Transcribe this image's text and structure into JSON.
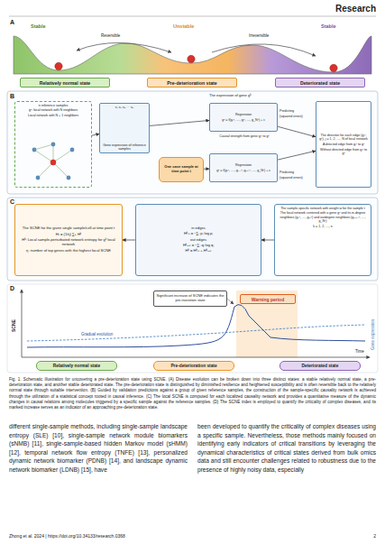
{
  "diagram": {
    "caption": "Fig. 1. Schematic illustration for uncovering a pre-deterioration state using SCNE. (A) Disease evolution can be broken down into three distinct states: a stable relatively normal state, a pre-deterioration state, and another stable deteriorated state. The pre-deterioration state is distinguished by diminished resilience and heightened susceptibility and is often reversible back to the relatively normal state through suitable intervention. (B) Guided by validation predictions against a group of given reference samples, the construction of the sample-specific causality network is achieved through the utilization of a statistical concept rooted in causal inference. (C) The local SCNE is computed for each localized causality network and provides a quantitative measure of the dynamic changes in causal relations among molecules triggered by a specific sample against the reference samples. (D) The SCNE index is employed to quantify the criticality of complex diseases, and its marked increase serves as an indicator of an approaching pre-deterioration state.",
    "nodes": [
      {
        "text": [
          "Relatively normal state"
        ]
      },
      {
        "text": [
          "Pre-deterioration state"
        ]
      },
      {
        "text": [
          "Deteriorated state"
        ]
      },
      {
        "text": [
          "n reference samples",
          "gᵏ: local network with N neighbors",
          "Local network with N + 1 neighbors"
        ]
      },
      {
        "text": [
          "s₁ s₂ s₃ ⋯ sₙ",
          "Gene expression of reference samples"
        ]
      },
      {
        "text": [
          "One case sample at time point t"
        ]
      },
      {
        "text": [
          "Regression",
          "gᵏ = f(g₁ᵏ, …, gⱼᵏ, …, g_Nᵏ) + ε"
        ]
      },
      {
        "text": [
          "Regression",
          "gᵏ = f(g₁ᵏ, …, gⱼ₋₁ᵏ, gⱼ₊₁ᵏ, …, g_Nᵏ) + ε"
        ]
      },
      {
        "text": [
          "The direction for each edge (gⱼᵏ, gᵏ), j = 1, 2, …, N of local network",
          "A directed edge from gⱼᵏ to gᵏ",
          "Without directed edge from gⱼᵏ to gᵏ"
        ]
      },
      {
        "text": [
          "The SCNE for the given single sample/cell at time point t",
          "Hₜ = (1/η) ∑ₖ Hᵏ",
          "Hᵏ: Local sample-perturbated network entropy for gᵏ local network",
          "η: number of top genes with the highest local SCNE"
        ]
      },
      {
        "text": [
          "in edges",
          "Hᵏᵢₙ = −∑ⱼ pⱼ log pⱼ",
          "out edges",
          "Hᵏₒᵤₜ = −∑ⱼ qⱼ log qⱼ",
          "Hᵏ = Hᵏᵢₙ + Hᵏₒᵤₜ"
        ]
      },
      {
        "text": [
          "The sample-specific network with weight w for the sample t",
          "The local network centered with a gene gᵏ and its in-degree neighbors (g₁ᵏ, …, gₘᵏ) and outdegree neighbors (gₘ₊₁ᵏ, …, g_Nᵏ)",
          "k = 1, 2, …, n"
        ]
      },
      {
        "text": [
          "Significant increase of SCNE indicates the pre-transition state"
        ]
      },
      {
        "text": [
          "Warning period"
        ]
      },
      {
        "text": [
          "Relatively normal state"
        ]
      },
      {
        "text": [
          "Pre-deterioration state"
        ]
      },
      {
        "text": [
          "Deteriorated state"
        ]
      }
    ],
    "edges": [
      {
        "from": 3,
        "to": 4,
        "arrow": "to"
      },
      {
        "from": 4,
        "to": 6,
        "arrow": "to"
      },
      {
        "from": 5,
        "to": 7,
        "arrow": "to"
      },
      {
        "from": 6,
        "to": 8,
        "arrow": "to"
      },
      {
        "from": 7,
        "to": 8,
        "arrow": "to"
      },
      {
        "from": 11,
        "to": 10,
        "arrow": "to"
      },
      {
        "from": 10,
        "to": 9,
        "arrow": "to"
      }
    ],
    "labels": [
      "Research",
      "A",
      "Stable",
      "Reversible",
      "Unstable",
      "Irreversible",
      "Stable",
      "B",
      "The expression of gene gᵏ",
      "Causal strength from gene gⱼᵏ to gᵏ",
      "Predicting",
      "(squared errors)",
      "Predicting",
      "(squared errors)",
      "C",
      "D",
      "SCNE",
      "Gene expression",
      "Gradual evolution",
      "Time",
      "different single-sample methods, including single-sample landscape entropy (SLE) [10], single-sample network module biomarkers (sNMB) [11], single-sample-based hidden Markov model (sHMM) [12], temporal network flow entropy (TNFE) [13], personalized dynamic network biomarker (PDNB) [14], and landscape dynamic network biomarker (LDNB) [15], have",
      "been developed to quantify the criticality of complex diseases using a specific sample. Nevertheless, those methods mainly focused on identifying early indicators of critical transitions by leveraging the dynamical characteristics of critical states derived from bulk omics data and still encounter challenges related to robustness due to the presence of highly noisy data, especially",
      "Zhong et al. 2024 | https://doi.org/10.34133/research.0368",
      "2"
    ]
  }
}
